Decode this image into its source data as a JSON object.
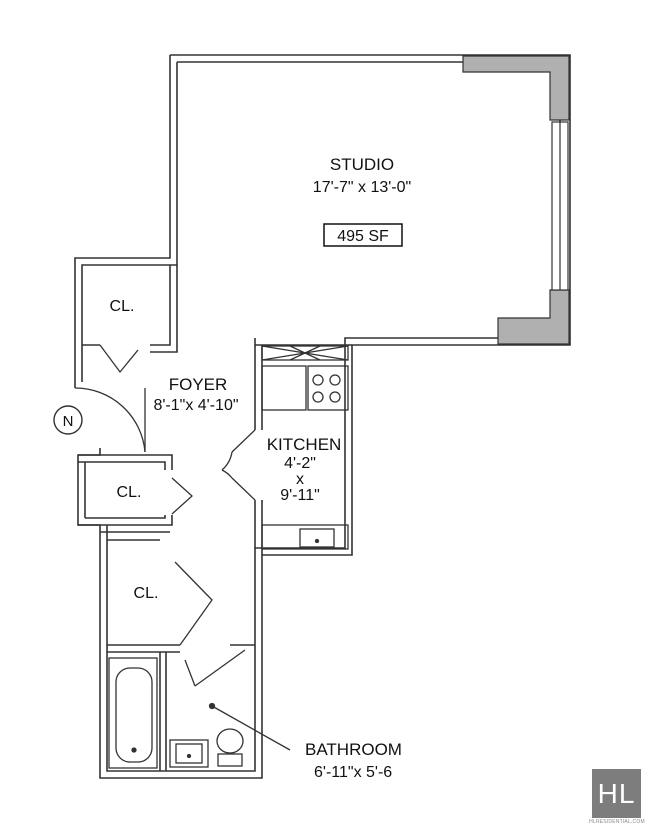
{
  "rooms": {
    "studio": {
      "name": "STUDIO",
      "dims": "17'-7\" x 13'-0\"",
      "area": "495 SF"
    },
    "foyer": {
      "name": "FOYER",
      "dims": "8'-1\"x 4'-10\""
    },
    "kitchen": {
      "name": "KITCHEN",
      "dim_w": "4'-2\"",
      "dim_x": "x",
      "dim_l": "9'-11\""
    },
    "bathroom": {
      "name": "BATHROOM",
      "dims": "6'-11\"x 5'-6"
    },
    "closets": [
      "CL.",
      "CL.",
      "CL."
    ]
  },
  "compass": {
    "label": "N"
  },
  "logo": {
    "text": "HL",
    "url": "HLRESIDENTIAL.COM"
  },
  "colors": {
    "wall": "#444444",
    "wall_fill": "#b0b0b0",
    "logo_bg": "#7d7d7d"
  }
}
